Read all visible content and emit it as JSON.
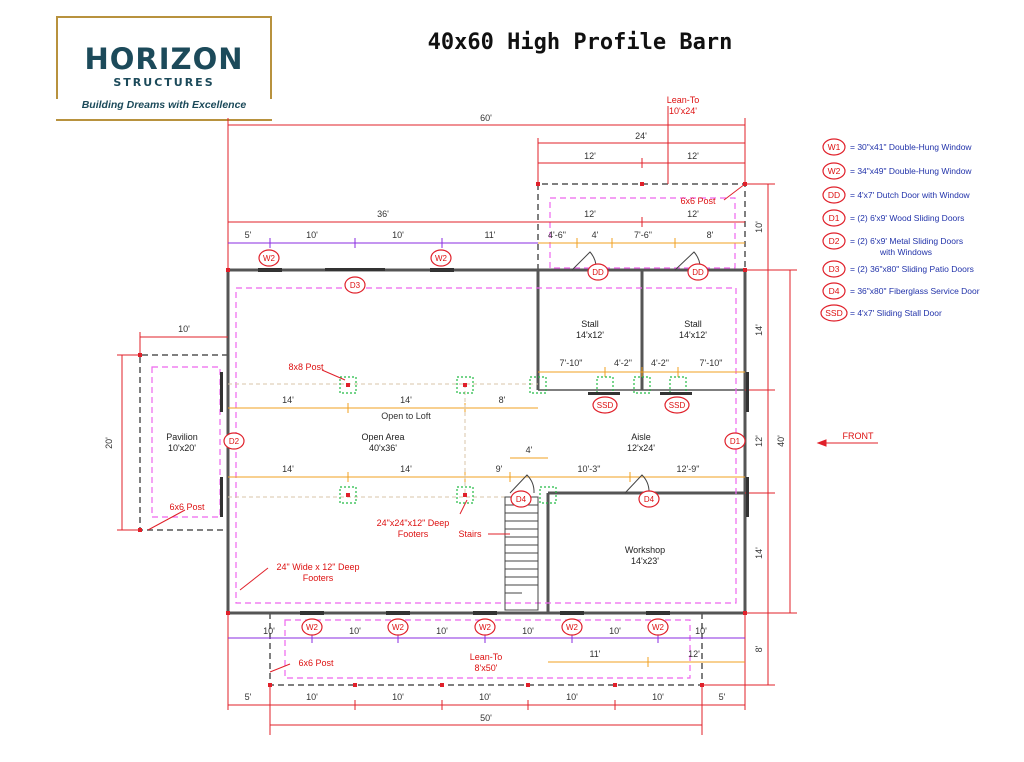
{
  "logo": {
    "brand": "HORIZON",
    "sub": "STRUCTURES",
    "tagline": "Building Dreams with Excellence"
  },
  "title": "40x60 High Profile Barn",
  "colors": {
    "red": "#e0202a",
    "purple": "#8a2be2",
    "orange": "#f0a020",
    "pink": "#ee66ee",
    "green": "#22bb44",
    "blue": "#2233aa",
    "gold": "#b8923e",
    "navy": "#1c4a5a"
  },
  "dims": {
    "overall_60": "60'",
    "lean_24": "24'",
    "lean_12a": "12'",
    "lean_12b": "12'",
    "top_36": "36'",
    "post_12a": "12'",
    "post_12b": "12'",
    "w5": "5'",
    "w10a": "10'",
    "w10b": "10'",
    "w11": "11'",
    "s46": "4'-6\"",
    "s4": "4'",
    "s76": "7'-6\"",
    "s8": "8'",
    "pav_10": "10'",
    "pav_20": "20'",
    "stall_710a": "7'-10\"",
    "stall_42a": "4'-2\"",
    "stall_42b": "4'-2\"",
    "stall_710b": "7'-10\"",
    "o14a": "14'",
    "o14b": "14'",
    "o8": "8'",
    "b14a": "14'",
    "b14b": "14'",
    "b9": "9'",
    "b4": "4'",
    "b103": "10'-3\"",
    "b129": "12'-9\"",
    "r10": "10'",
    "r14a": "14'",
    "r12": "12'",
    "r40": "40'",
    "r14b": "14'",
    "r8": "8'",
    "bot10_1": "10'",
    "bot10_2": "10'",
    "bot10_3": "10'",
    "bot10_4": "10'",
    "bot10_5": "10'",
    "bot10_6": "10'",
    "bot11": "11'",
    "bot12": "12'",
    "f5a": "5'",
    "f10a": "10'",
    "f10b": "10'",
    "f10c": "10'",
    "f10d": "10'",
    "f10e": "10'",
    "f5b": "5'",
    "f50": "50'"
  },
  "labels": {
    "lean_to_top": "Lean-To",
    "lean_to_top_size": "10'x24'",
    "post_6x6_top": "6x6 Post",
    "stall1": "Stall",
    "stall1_size": "14'x12'",
    "stall2": "Stall",
    "stall2_size": "14'x12'",
    "post_8x8": "8x8 Post",
    "open_to_loft": "Open to Loft",
    "pavilion": "Pavilion",
    "pavilion_size": "10'x20'",
    "open_area": "Open Area",
    "open_area_size": "40'x36'",
    "aisle": "Aisle",
    "aisle_size": "12'x24'",
    "front": "FRONT",
    "post_6x6_left": "6x6 Post",
    "footers_24": "24\"x24\"x12\" Deep",
    "footers_24b": "Footers",
    "stairs": "Stairs",
    "workshop": "Workshop",
    "workshop_size": "14'x23'",
    "footers_wide": "24\" Wide x 12\" Deep",
    "footers_wideb": "Footers",
    "post_6x6_bottom": "6x6 Post",
    "lean_to_bottom": "Lean-To",
    "lean_to_bottom_size": "8'x50'"
  },
  "tags": {
    "w2": "W2",
    "d3": "D3",
    "dd": "DD",
    "d2": "D2",
    "d1": "D1",
    "d4": "D4",
    "ssd": "SSD"
  },
  "legend": [
    {
      "code": "W1",
      "text": "= 30\"x41\" Double-Hung Window"
    },
    {
      "code": "W2",
      "text": "= 34\"x49\" Double-Hung Window"
    },
    {
      "code": "DD",
      "text": "= 4'x7' Dutch Door with Window"
    },
    {
      "code": "D1",
      "text": "= (2) 6'x9' Wood Sliding Doors"
    },
    {
      "code": "D2",
      "text": "= (2) 6'x9' Metal Sliding Doors",
      "text2": "with Windows"
    },
    {
      "code": "D3",
      "text": "= (2) 36\"x80\" Sliding Patio Doors"
    },
    {
      "code": "D4",
      "text": "= 36\"x80\" Fiberglass Service Door"
    },
    {
      "code": "SSD",
      "text": "= 4'x7' Sliding Stall Door"
    }
  ]
}
